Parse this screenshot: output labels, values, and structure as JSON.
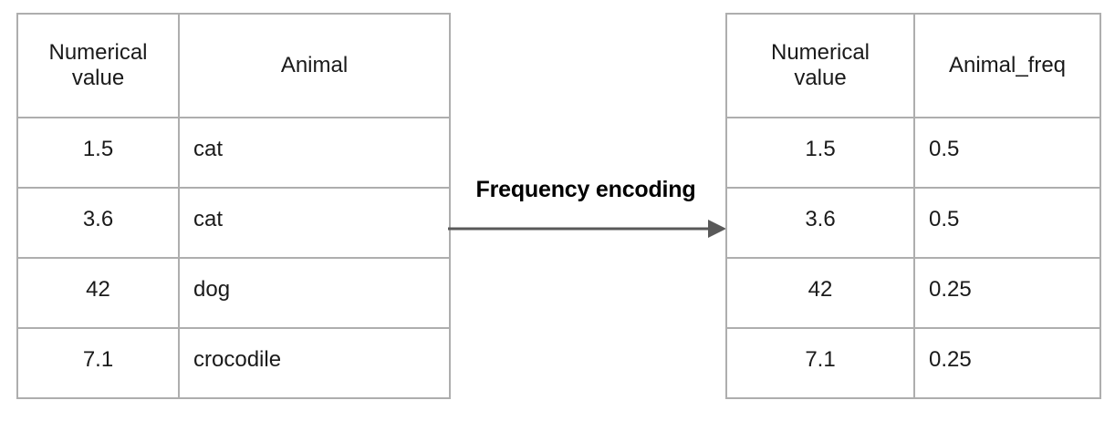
{
  "diagram": {
    "title_label": "Frequency encoding",
    "arrow": {
      "name": "right-arrow",
      "color": "#595959",
      "direction": "left-to-right"
    },
    "colors": {
      "table_border": "#aeaeae",
      "text": "#1a1a1a",
      "arrow": "#595959",
      "background": "#ffffff"
    }
  },
  "left_table": {
    "headers": {
      "col_a_line1": "Numerical",
      "col_a_line2": "value",
      "col_b": "Animal"
    },
    "rows": [
      {
        "value": "1.5",
        "animal": "cat"
      },
      {
        "value": "3.6",
        "animal": "cat"
      },
      {
        "value": "42",
        "animal": "dog"
      },
      {
        "value": "7.1",
        "animal": "crocodile"
      }
    ]
  },
  "right_table": {
    "headers": {
      "col_a_line1": "Numerical",
      "col_a_line2": "value",
      "col_b": "Animal_freq"
    },
    "rows": [
      {
        "value": "1.5",
        "freq": "0.5"
      },
      {
        "value": "3.6",
        "freq": "0.5"
      },
      {
        "value": "42",
        "freq": "0.25"
      },
      {
        "value": "7.1",
        "freq": "0.25"
      }
    ]
  }
}
